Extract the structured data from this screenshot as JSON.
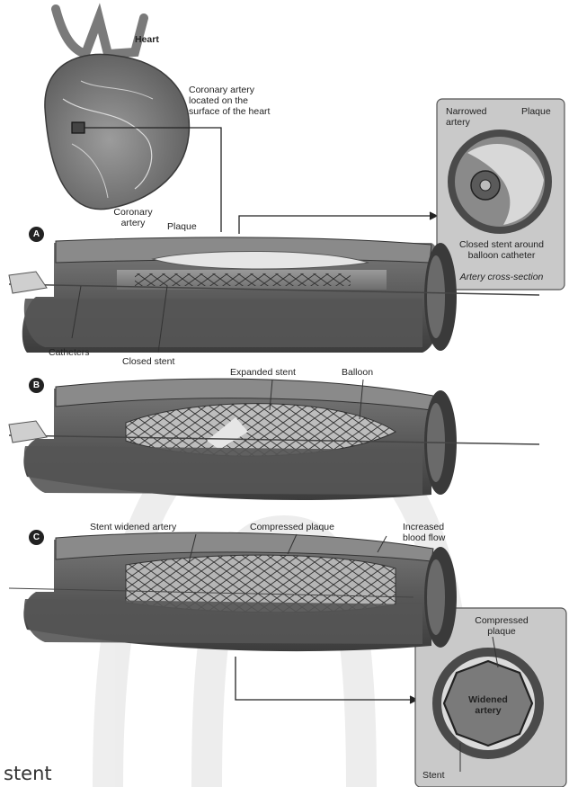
{
  "labels": {
    "heart": "Heart",
    "coronary_located": "Coronary artery\nlocated on the\nsurface of the heart",
    "narrowed_artery": "Narrowed\nartery",
    "plaque_inset": "Plaque",
    "closed_stent_around": "Closed stent around\nballoon catheter",
    "cross_section": "Artery cross-section",
    "coronary_artery": "Coronary\nartery",
    "plaque": "Plaque",
    "catheters": "Catheters",
    "closed_stent": "Closed stent",
    "expanded_stent": "Expanded stent",
    "balloon": "Balloon",
    "stent_widened": "Stent widened artery",
    "compressed_plaque": "Compressed plaque",
    "increased_flow": "Increased\nblood flow",
    "compressed_plaque_inset": "Compressed\nplaque",
    "widened_artery": "Widened\nartery",
    "stent_inset": "Stent"
  },
  "panels": {
    "a": "A",
    "b": "B",
    "c": "C"
  },
  "caption": "stent"
}
